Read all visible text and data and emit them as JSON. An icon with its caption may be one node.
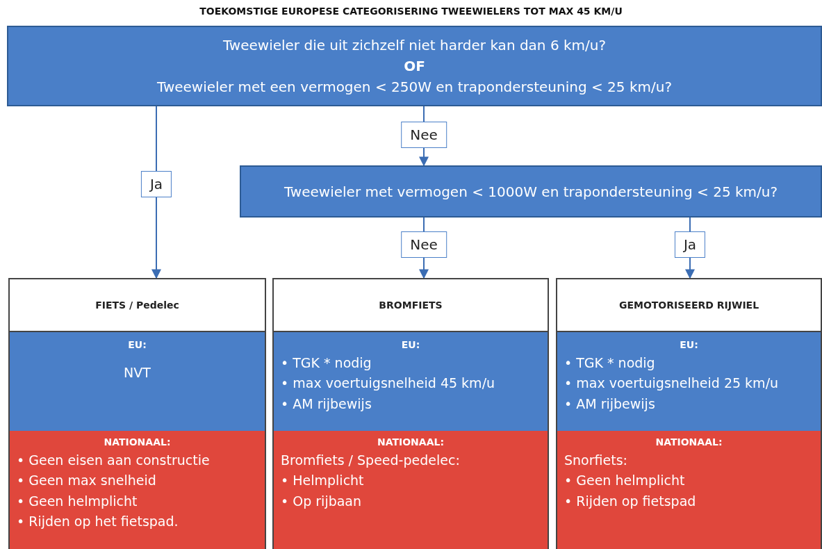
{
  "diagram": {
    "title": "TOEKOMSTIGE EUROPESE CATEGORISERING TWEEWIELERS TOT MAX 45 KM/U",
    "nodes": [
      {
        "text": [
          "Tweewieler die uit zichzelf niet harder kan dan 6 km/u?",
          "OF",
          "Tweewieler met een vermogen < 250W en trapondersteuning < 25 km/u?"
        ]
      },
      {
        "text": [
          "Tweewieler met vermogen < 1000W en trapondersteuning < 25 km/u?"
        ]
      },
      {
        "text": [
          "FIETS / Pedelec"
        ]
      },
      {
        "text": [
          "BROMFIETS"
        ]
      },
      {
        "text": [
          "GEMOTORISEERD RIJWIEL"
        ]
      },
      {
        "text": [
          "EU:",
          "NVT"
        ]
      },
      {
        "text": [
          "EU:",
          "• TGK * nodig",
          "• max voertuigsnelheid 45 km/u",
          "• AM rijbewijs"
        ]
      },
      {
        "text": [
          "EU:",
          "• TGK * nodig",
          "• max voertuigsnelheid 25 km/u",
          "• AM rijbewijs"
        ]
      },
      {
        "text": [
          "NATIONAAL:",
          "• Geen eisen aan constructie",
          "• Geen max snelheid",
          "• Geen helmplicht",
          "• Rijden op het fietspad."
        ]
      },
      {
        "text": [
          "NATIONAAL:",
          "Bromfiets / Speed-pedelec:",
          "• Helmplicht",
          "• Op rijbaan"
        ]
      },
      {
        "text": [
          "NATIONAAL:",
          "Snorfiets:",
          "• Geen helmplicht",
          "• Rijden op fietspad"
        ]
      }
    ],
    "edges": [
      {
        "from": 0,
        "to": 2,
        "arrow": "to",
        "label": "Ja"
      },
      {
        "from": 0,
        "to": 1,
        "arrow": "to",
        "label": "Nee"
      },
      {
        "from": 1,
        "to": 3,
        "arrow": "to",
        "label": "Nee"
      },
      {
        "from": 1,
        "to": 4,
        "arrow": "to",
        "label": "Ja"
      }
    ]
  }
}
